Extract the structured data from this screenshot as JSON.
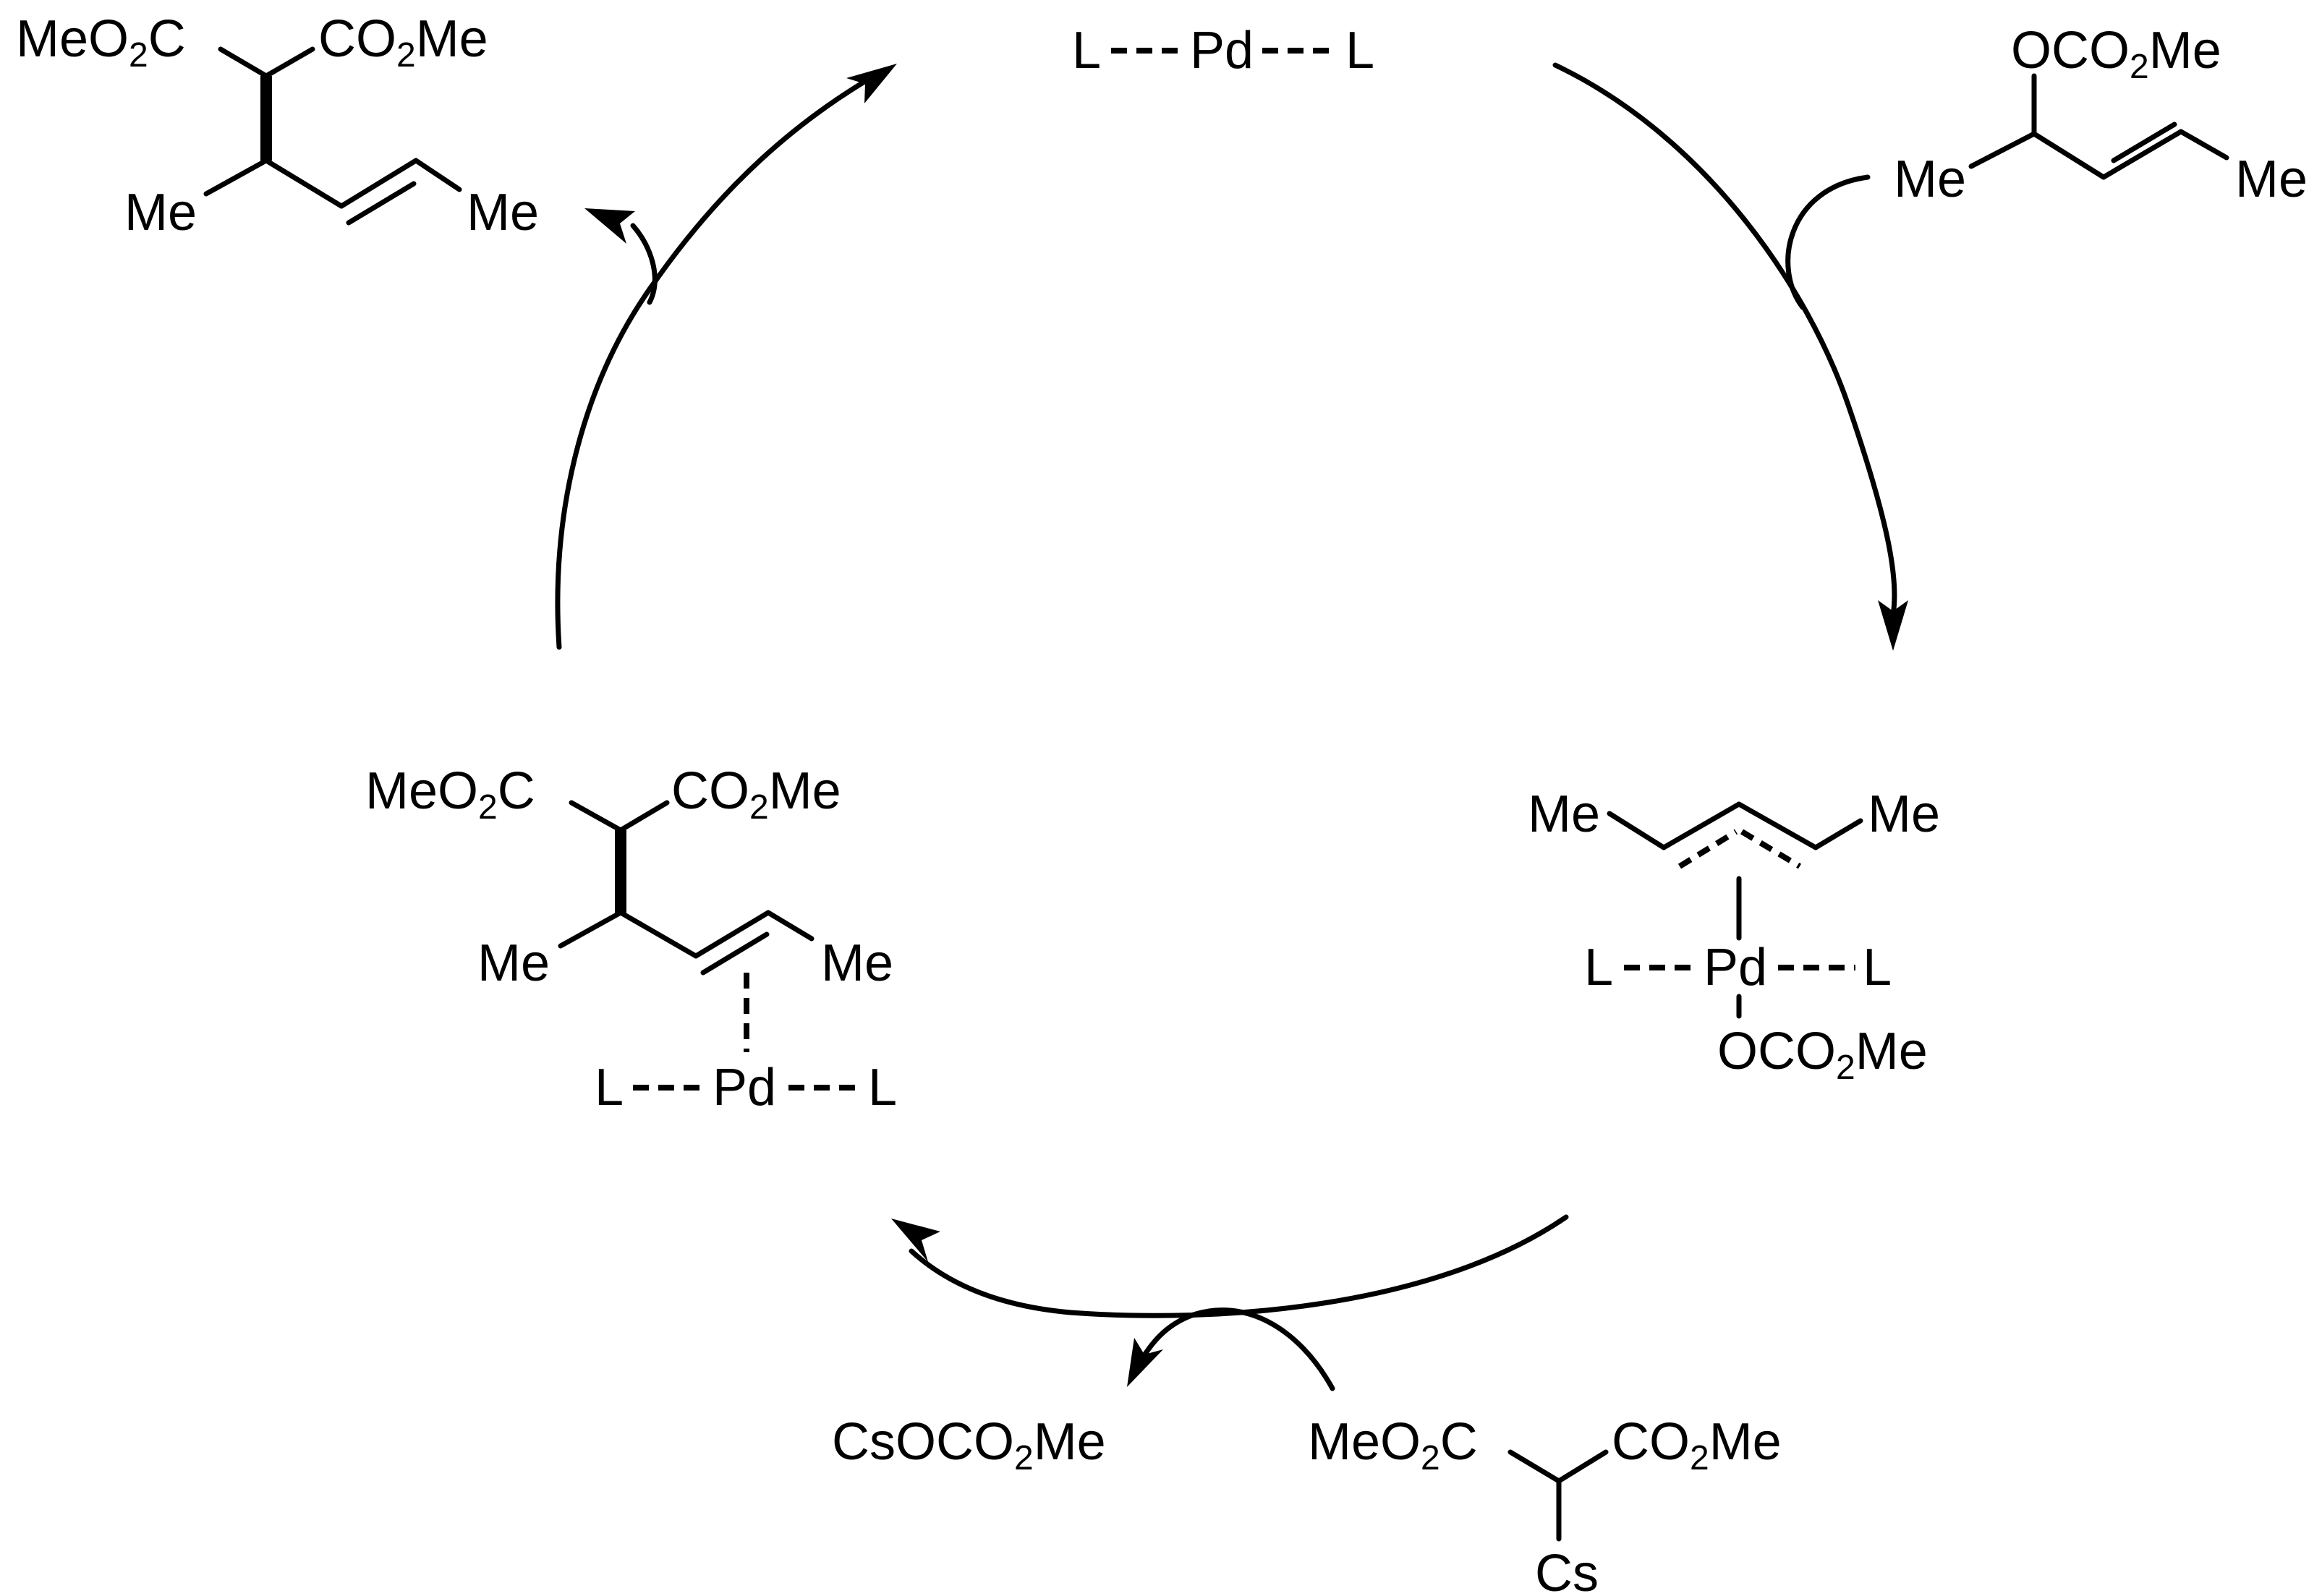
{
  "catalyst": {
    "ligand_left": "L",
    "metal": "Pd",
    "ligand_right": "L"
  },
  "substrate": {
    "leaving_group": "OCO",
    "leaving_group_sub": "2",
    "leaving_group_tail": "Me",
    "methyl_left": "Me",
    "methyl_right": "Me"
  },
  "allyl_complex": {
    "methyl_left": "Me",
    "methyl_right": "Me",
    "ligand_left": "L",
    "metal": "Pd",
    "ligand_right": "L",
    "counter": "OCO",
    "counter_sub": "2",
    "counter_tail": "Me"
  },
  "nucleophile": {
    "ester_left": "MeO",
    "ester_left_sub": "2",
    "ester_left_tail": "C",
    "ester_right": "CO",
    "ester_right_sub": "2",
    "ester_right_tail": "Me",
    "cation": "Cs"
  },
  "byproduct": {
    "prefix": "CsOCO",
    "sub": "2",
    "tail": "Me"
  },
  "product_complex": {
    "ester_left": "MeO",
    "ester_left_sub": "2",
    "ester_left_tail": "C",
    "ester_right": "CO",
    "ester_right_sub": "2",
    "ester_right_tail": "Me",
    "methyl_left": "Me",
    "methyl_right": "Me",
    "ligand_left": "L",
    "metal": "Pd",
    "ligand_right": "L"
  },
  "product": {
    "ester_left": "MeO",
    "ester_left_sub": "2",
    "ester_left_tail": "C",
    "ester_right": "CO",
    "ester_right_sub": "2",
    "ester_right_tail": "Me",
    "methyl_left": "Me",
    "methyl_right": "Me"
  }
}
